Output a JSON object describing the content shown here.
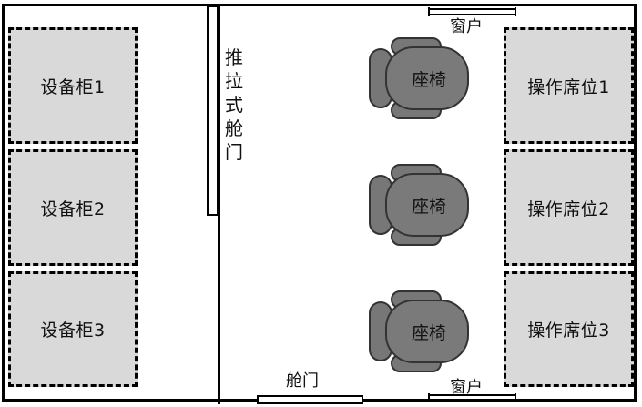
{
  "cabinets": [
    "设备柜1",
    "设备柜2",
    "设备柜3"
  ],
  "stations": [
    "操作席位1",
    "操作席位2",
    "操作席位3"
  ],
  "chairs": [
    "座椅",
    "座椅",
    "座椅"
  ],
  "sliding_door": [
    "推",
    "拉",
    "式",
    "舱",
    "门"
  ],
  "window_top_label": "窗户",
  "window_bottom_label": "窗户",
  "door_label": "舱门",
  "colors": {
    "fill": "#d9d9d9",
    "chair": "#777777",
    "line": "#000000"
  }
}
